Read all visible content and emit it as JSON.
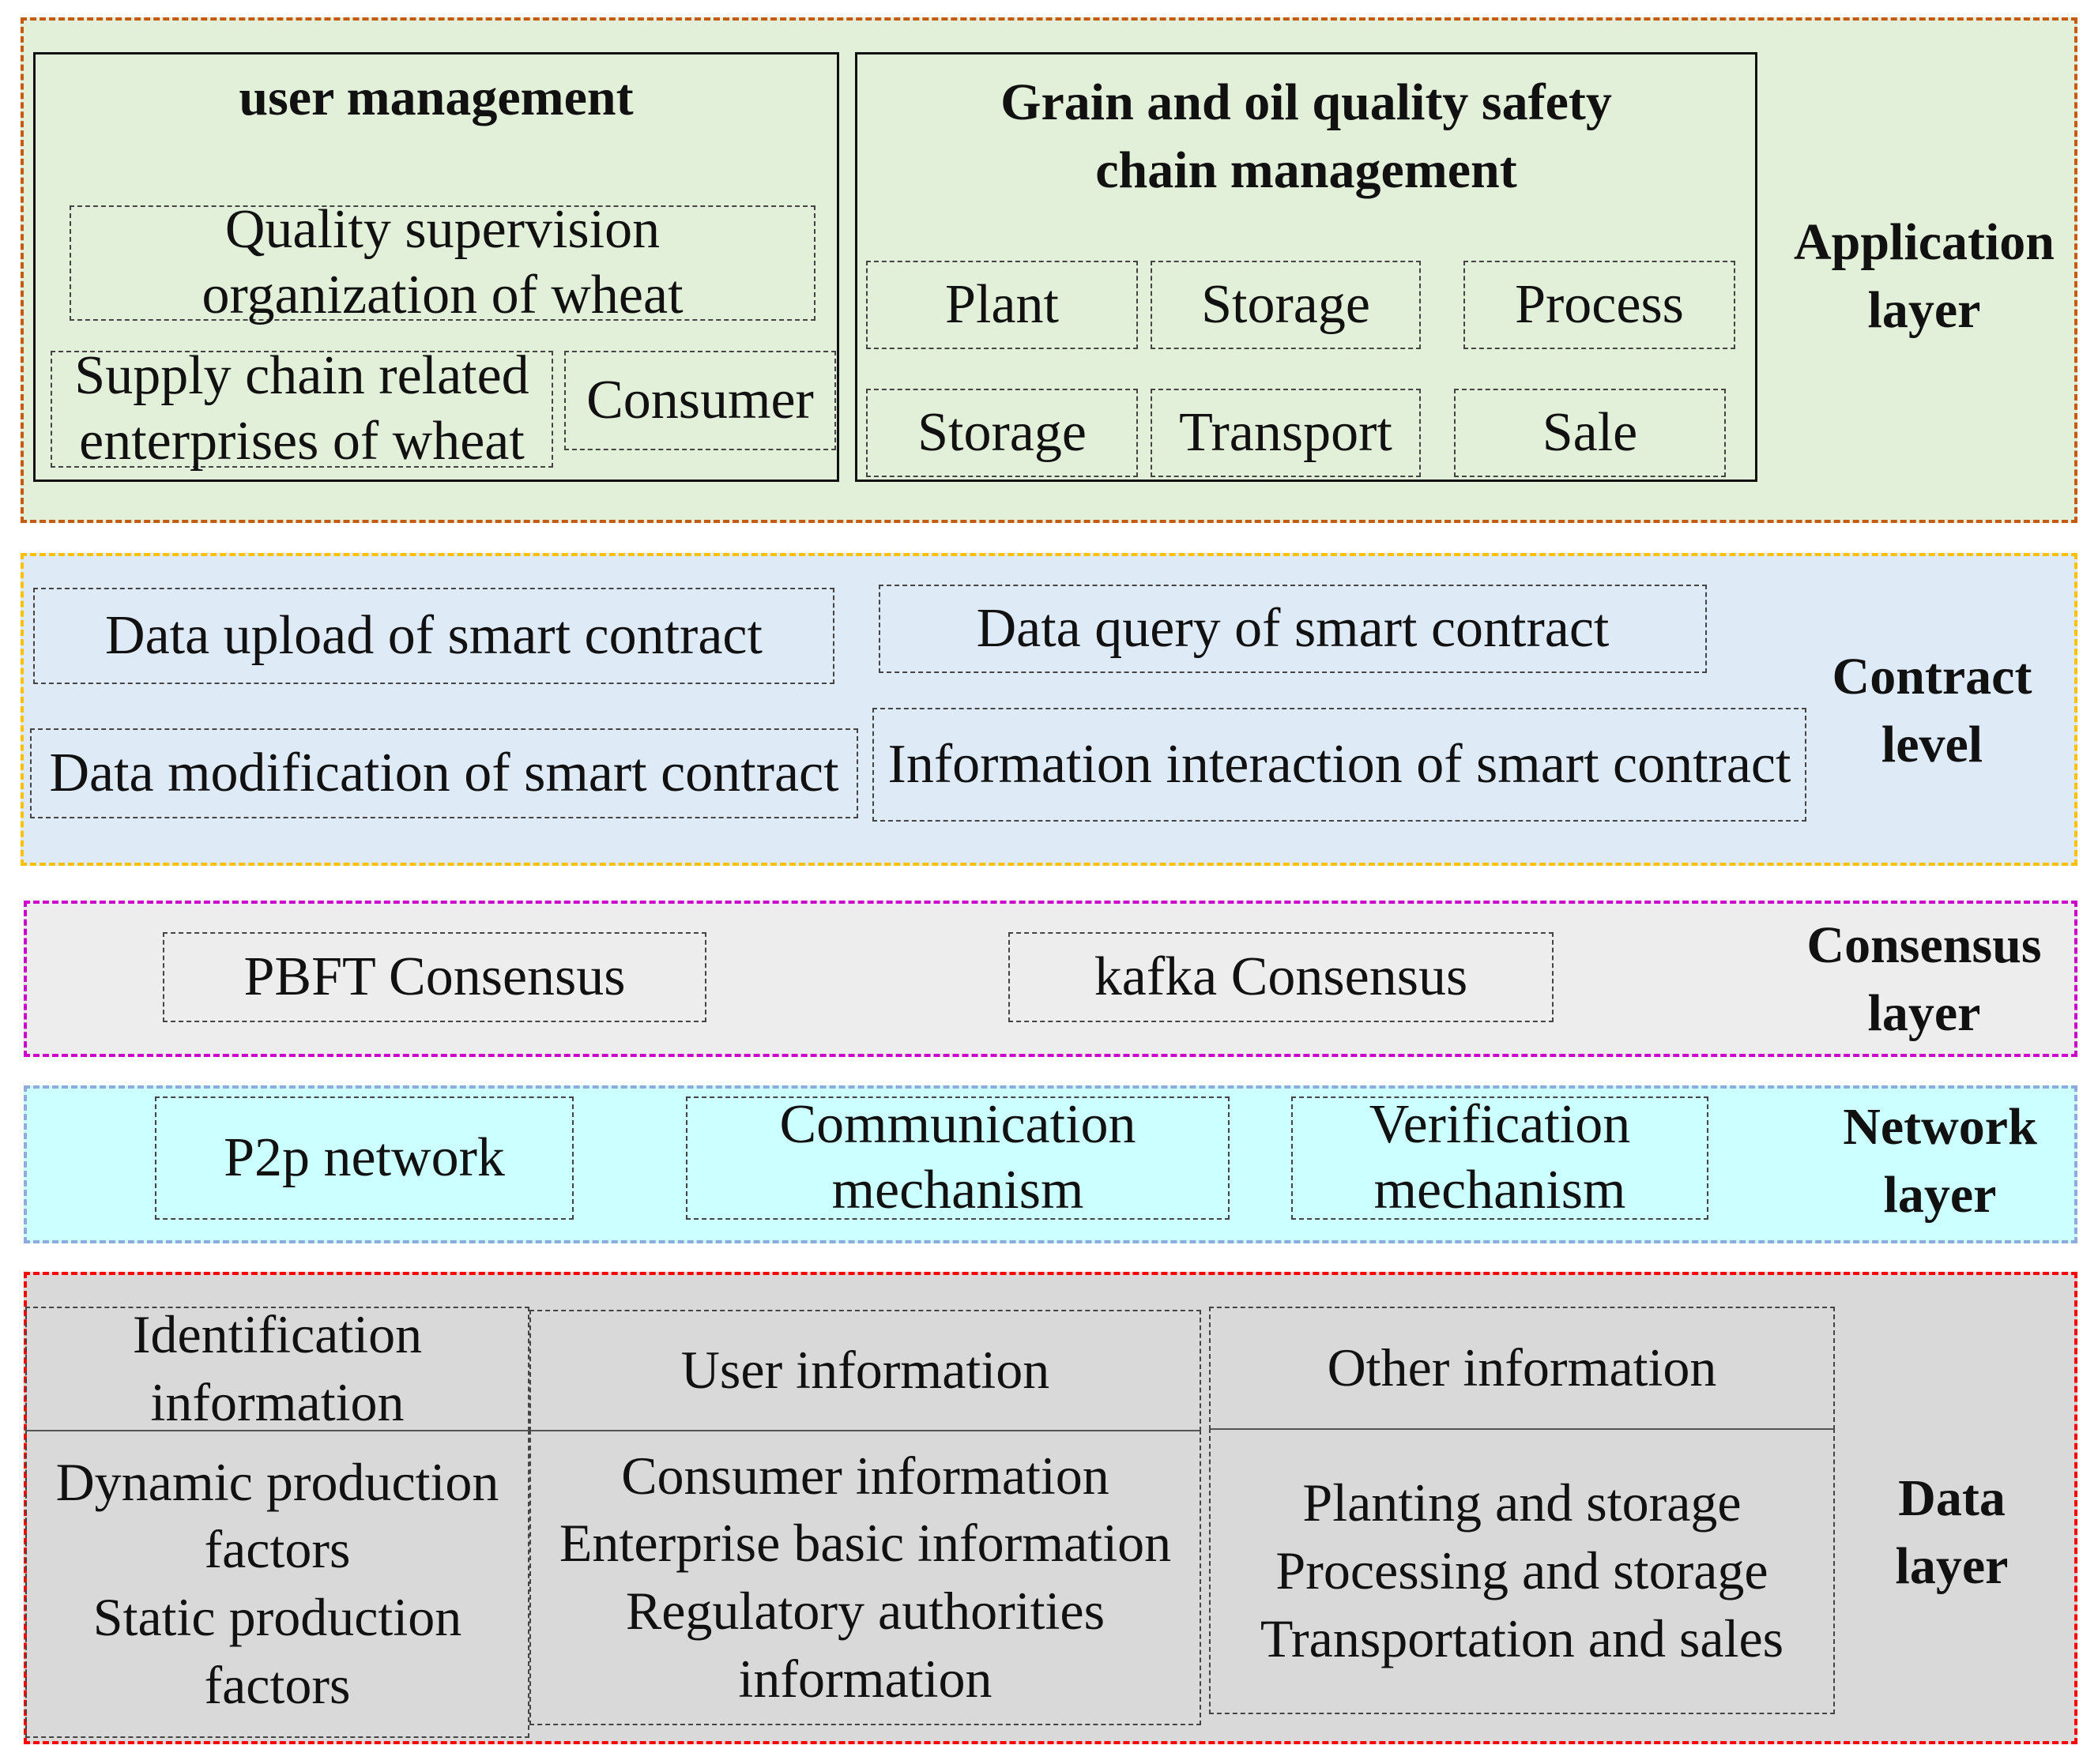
{
  "application": {
    "layer_line1": "Application",
    "layer_line2": "layer",
    "user_mgmt": {
      "title": "user management",
      "quality_line1": "Quality supervision",
      "quality_line2": "organization of wheat",
      "supply_line1": "Supply chain related",
      "supply_line2": "enterprises of wheat",
      "consumer": "Consumer"
    },
    "chain_mgmt": {
      "title_line1": "Grain and oil quality safety",
      "title_line2": "chain management",
      "plant": "Plant",
      "storage1": "Storage",
      "process": "Process",
      "storage2": "Storage",
      "transport": "Transport",
      "sale": "Sale"
    }
  },
  "contract": {
    "layer_line1": "Contract",
    "layer_line2": "level",
    "upload": "Data upload of smart contract",
    "query": "Data query of smart contract",
    "modification": "Data modification of smart contract",
    "interaction": "Information interaction of smart contract"
  },
  "consensus": {
    "layer_line1": "Consensus",
    "layer_line2": "layer",
    "pbft": "PBFT Consensus",
    "kafka": "kafka Consensus"
  },
  "network": {
    "layer_line1": "Network",
    "layer_line2": "layer",
    "p2p": "P2p network",
    "comm_line1": "Communication",
    "comm_line2": "mechanism",
    "verif_line1": "Verification",
    "verif_line2": "mechanism"
  },
  "data": {
    "layer_line1": "Data",
    "layer_line2": "layer",
    "col1": {
      "head_line1": "Identification",
      "head_line2": "information",
      "body": [
        "Dynamic production",
        "factors",
        "Static production",
        "factors"
      ]
    },
    "col2": {
      "head": "User information",
      "body": [
        "Consumer information",
        "Enterprise basic information",
        "Regulatory authorities",
        "information"
      ]
    },
    "col3": {
      "head": "Other information",
      "body": [
        "Planting and storage",
        "Processing and storage",
        "Transportation and sales"
      ]
    }
  },
  "colors": {
    "application_bg": "#e2efd9",
    "application_border": "#c55a11",
    "contract_bg": "#deebf7",
    "contract_border": "#ffc000",
    "consensus_bg": "#ededed",
    "consensus_border": "#cc00cc",
    "network_bg": "#ccffff",
    "network_border": "#8faadc",
    "data_bg": "#d9d9d9",
    "data_border": "#ff0000"
  }
}
